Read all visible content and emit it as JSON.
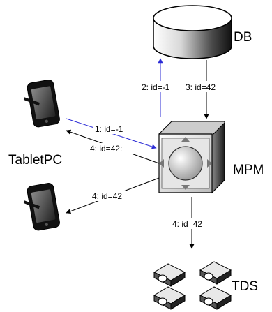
{
  "nodes": {
    "db": {
      "label": "DB"
    },
    "mpm": {
      "label": "MPM"
    },
    "tablet": {
      "label": "TabletPC"
    },
    "tds": {
      "label": "TDS"
    }
  },
  "edges": [
    {
      "id": "e1",
      "label": "1: id=-1",
      "color": "#2b2bd6"
    },
    {
      "id": "e2",
      "label": "2: id=-1",
      "color": "#2b2bd6"
    },
    {
      "id": "e3",
      "label": "3: id=42",
      "color": "#000000"
    },
    {
      "id": "e4a",
      "label": "4: id=42:",
      "color": "#000000"
    },
    {
      "id": "e4b",
      "label": "4: id=42",
      "color": "#000000"
    },
    {
      "id": "e4c",
      "label": "4: id=42",
      "color": "#000000"
    }
  ]
}
